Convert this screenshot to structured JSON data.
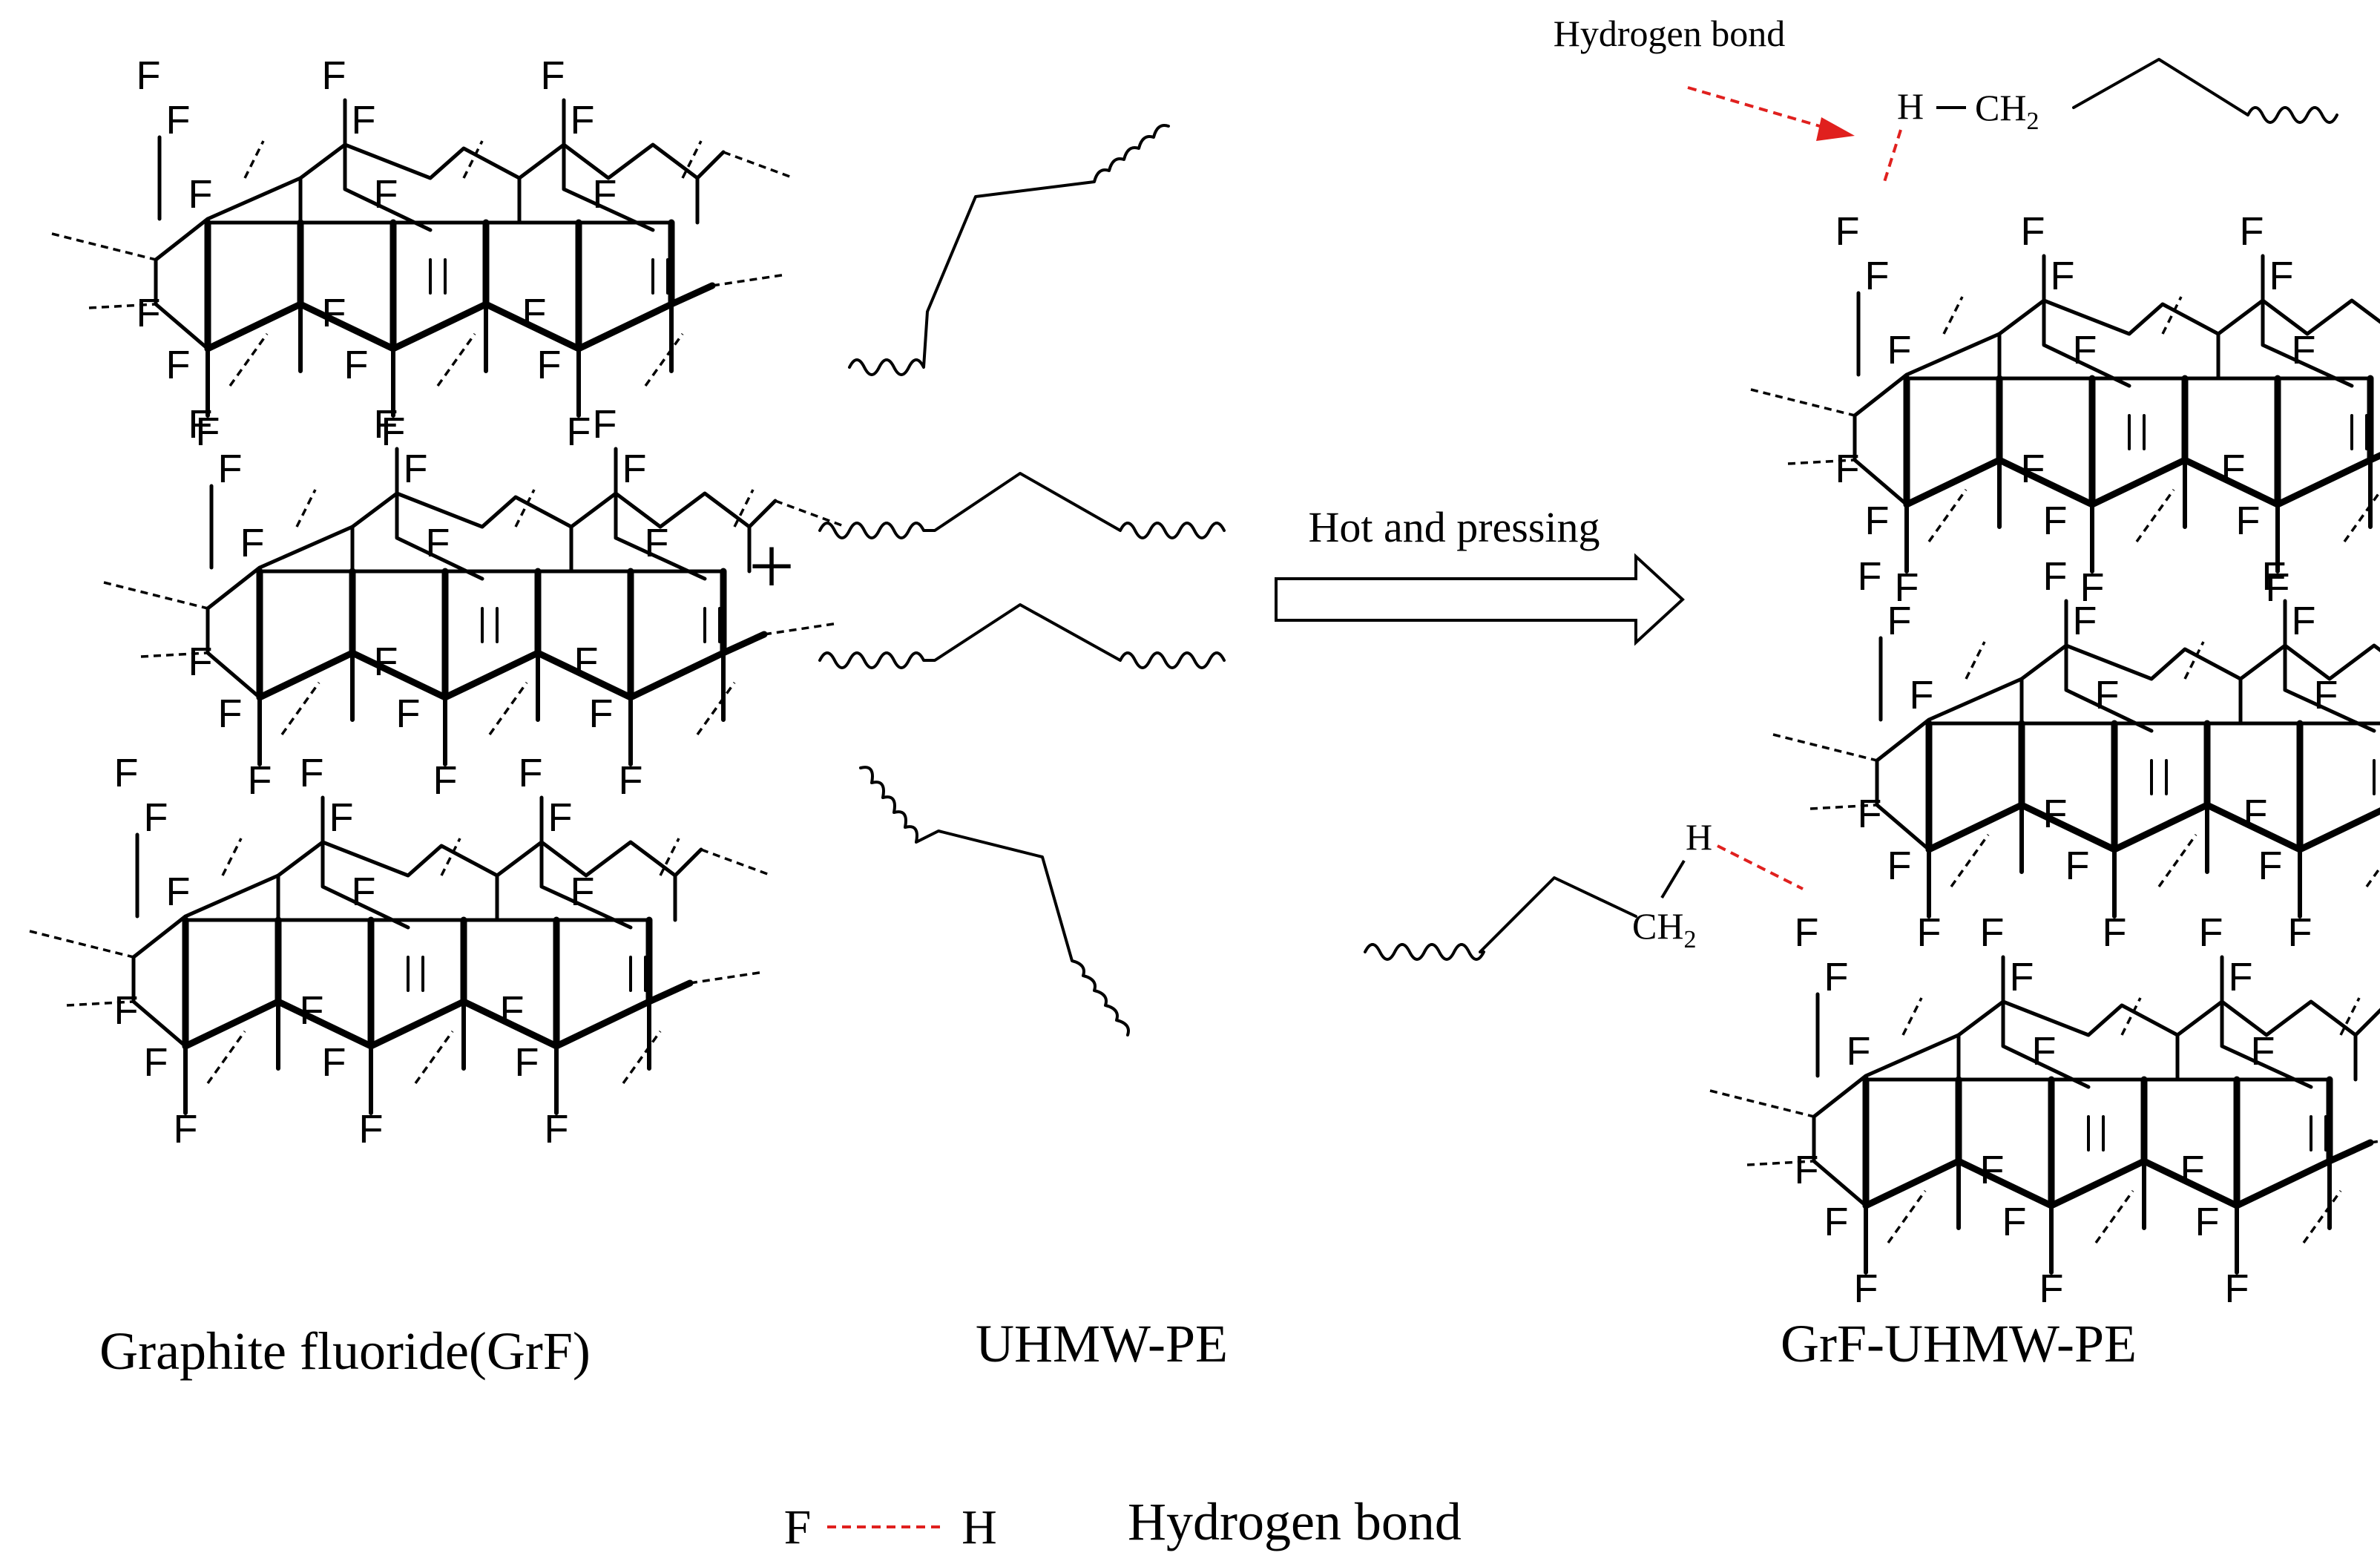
{
  "colors": {
    "ink": "#000000",
    "hbond": "#e0201e",
    "background": "#ffffff"
  },
  "fluorine_symbol": "F",
  "hydrogen_symbol": "H",
  "ch2_base": "CH",
  "ch2_subscript": "2",
  "plus_sign": "+",
  "reaction": {
    "condition": "Hot and pressing"
  },
  "labels": {
    "reactant_grf": "Graphite fluoride(GrF)",
    "reactant_pe": "UHMW-PE",
    "product": "GrF-UHMW-PE",
    "hbond_callout": "Hydrogen bond"
  },
  "legend": {
    "f": "F",
    "h": "H",
    "text": "Hydrogen bond"
  }
}
